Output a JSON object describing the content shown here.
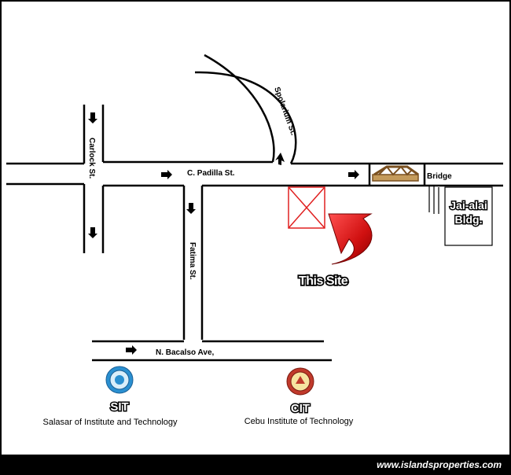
{
  "streets": {
    "carlock": "Carlock St.",
    "padilla": "C. Padilla St.",
    "spolarium": "Spolarium St.",
    "fatima": "Fatima St.",
    "bacalso": "N. Bacalso Ave,"
  },
  "landmarks": {
    "bridge": "Bridge",
    "jai_alai_line1": "Jai-alai",
    "jai_alai_line2": "Bldg.",
    "site": "This Site"
  },
  "institutions": [
    {
      "abbr": "SIT",
      "name": "Salasar of Institute and Technology",
      "seal_color": "#2a8fd0"
    },
    {
      "abbr": "CIT",
      "name": "Cebu Institute of Technology",
      "seal_color": "#c0392b"
    }
  ],
  "footer": {
    "url": "www.islandsproperties.com"
  },
  "colors": {
    "road": "#000000",
    "site_marker": "#e02020",
    "arrow": "#d41010",
    "bridge": "#c49a5a"
  }
}
